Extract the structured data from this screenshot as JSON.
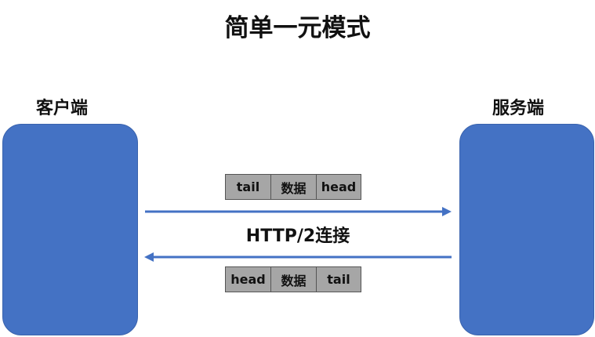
{
  "title": "简单一元模式",
  "client": {
    "label": "客户端"
  },
  "server": {
    "label": "服务端"
  },
  "connection": {
    "label": "HTTP/2连接"
  },
  "request_frame": [
    "tail",
    "数据",
    "head"
  ],
  "response_frame": [
    "head",
    "数据",
    "tail"
  ],
  "colors": {
    "node_fill": "#4472c4",
    "arrow": "#4472c4",
    "frame_cell": "#a6a6a6"
  }
}
